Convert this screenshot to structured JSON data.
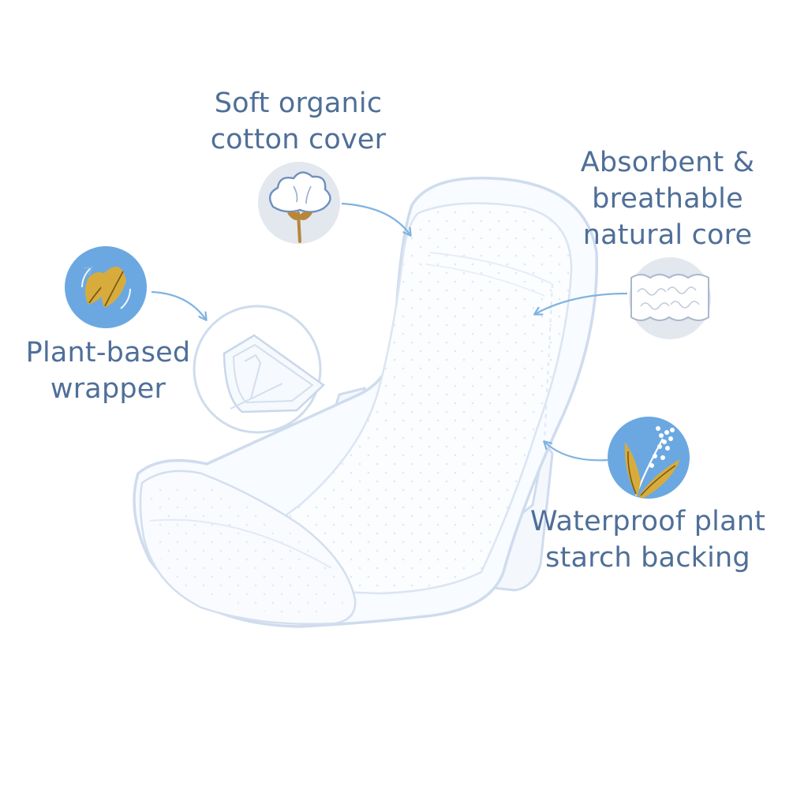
{
  "labels": {
    "cotton": {
      "line1": "Soft organic",
      "line2": "cotton cover"
    },
    "core": {
      "line1": "Absorbent &",
      "line2": "breathable",
      "line3": "natural core"
    },
    "wrapper": {
      "line1": "Plant-based",
      "line2": "wrapper"
    },
    "backing": {
      "line1": "Waterproof plant",
      "line2": "starch backing"
    }
  },
  "icons": {
    "cotton": "cotton-boll-icon",
    "core": "fluffy-core-icon",
    "wrapper": "leaf-icon",
    "backing": "wheat-icon"
  },
  "colors": {
    "label_text": "#4f6f98",
    "pad_outline": "#cfdcee",
    "pad_fill": "#f8fbff",
    "arrow": "#7fb3e0",
    "icon_badge_blue": "#6ba8e1",
    "icon_badge_grey": "#e3e7ee",
    "icon_gold": "#d8ac3c"
  }
}
